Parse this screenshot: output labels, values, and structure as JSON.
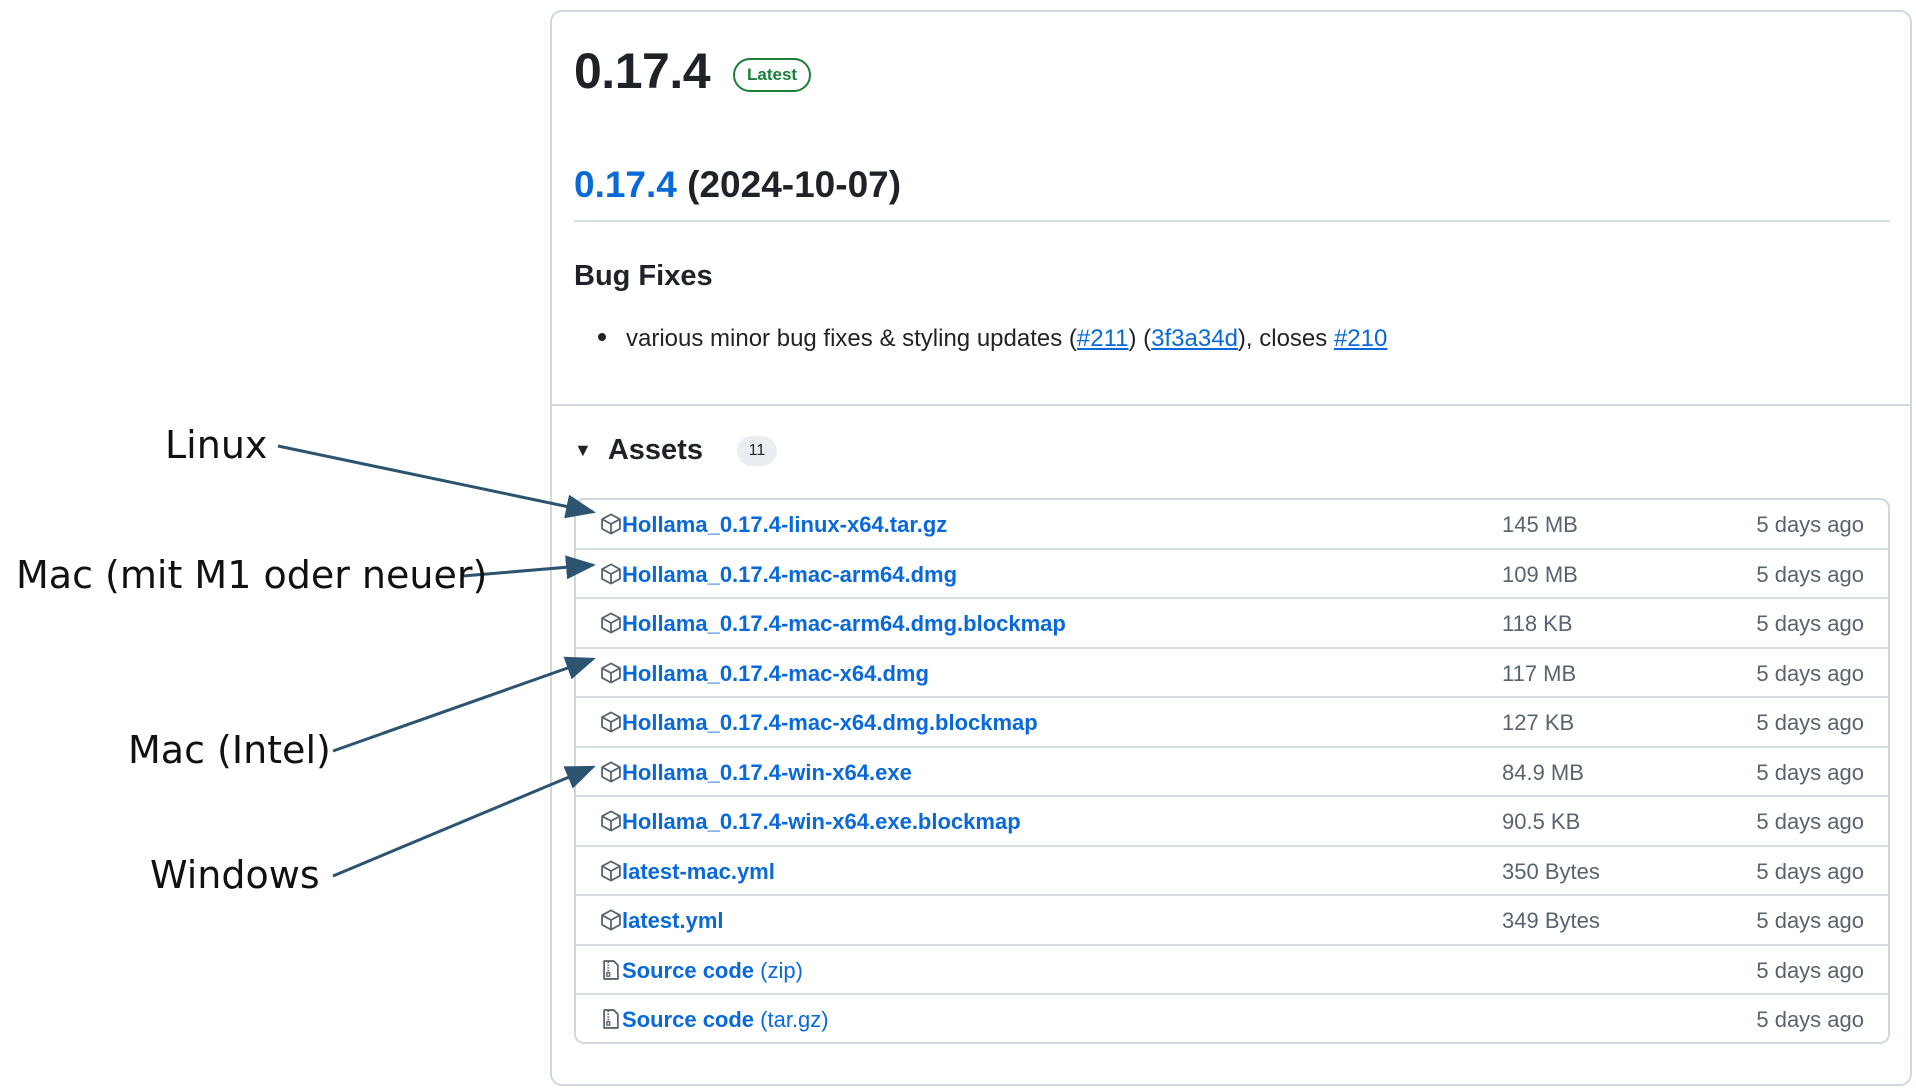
{
  "release": {
    "title": "0.17.4",
    "badge": "Latest",
    "version_link": "0.17.4",
    "version_date": "(2024-10-07)",
    "section_heading": "Bug Fixes",
    "bullet": {
      "text_before": "various minor bug fixes & styling updates (",
      "pr_link": "#211",
      "mid1": ") (",
      "commit_link": "3f3a34d",
      "mid2": "), closes ",
      "issue_link": "#210"
    }
  },
  "assets": {
    "heading": "Assets",
    "count": "11",
    "items": [
      {
        "name": "Hollama_0.17.4-linux-x64.tar.gz",
        "suffix": "",
        "size": "145 MB",
        "date": "5 days ago",
        "icon": "package-icon"
      },
      {
        "name": "Hollama_0.17.4-mac-arm64.dmg",
        "suffix": "",
        "size": "109 MB",
        "date": "5 days ago",
        "icon": "package-icon"
      },
      {
        "name": "Hollama_0.17.4-mac-arm64.dmg.blockmap",
        "suffix": "",
        "size": "118 KB",
        "date": "5 days ago",
        "icon": "package-icon"
      },
      {
        "name": "Hollama_0.17.4-mac-x64.dmg",
        "suffix": "",
        "size": "117 MB",
        "date": "5 days ago",
        "icon": "package-icon"
      },
      {
        "name": "Hollama_0.17.4-mac-x64.dmg.blockmap",
        "suffix": "",
        "size": "127 KB",
        "date": "5 days ago",
        "icon": "package-icon"
      },
      {
        "name": "Hollama_0.17.4-win-x64.exe",
        "suffix": "",
        "size": "84.9 MB",
        "date": "5 days ago",
        "icon": "package-icon"
      },
      {
        "name": "Hollama_0.17.4-win-x64.exe.blockmap",
        "suffix": "",
        "size": "90.5 KB",
        "date": "5 days ago",
        "icon": "package-icon"
      },
      {
        "name": "latest-mac.yml",
        "suffix": "",
        "size": "350 Bytes",
        "date": "5 days ago",
        "icon": "package-icon"
      },
      {
        "name": "latest.yml",
        "suffix": "",
        "size": "349 Bytes",
        "date": "5 days ago",
        "icon": "package-icon"
      },
      {
        "name": "Source code",
        "suffix": " (zip)",
        "size": "",
        "date": "5 days ago",
        "icon": "file-zip-icon"
      },
      {
        "name": "Source code",
        "suffix": " (tar.gz)",
        "size": "",
        "date": "5 days ago",
        "icon": "file-zip-icon"
      }
    ]
  },
  "annotations": {
    "linux": "Linux",
    "mac_arm": "Mac (mit M1 oder neuer)",
    "mac_intel": "Mac (Intel)",
    "windows": "Windows",
    "arrow_color": "#2c5470"
  },
  "colors": {
    "link": "#0969da",
    "latest_badge": "#1a7f37",
    "muted": "#59636e",
    "border": "#d0d7de"
  }
}
